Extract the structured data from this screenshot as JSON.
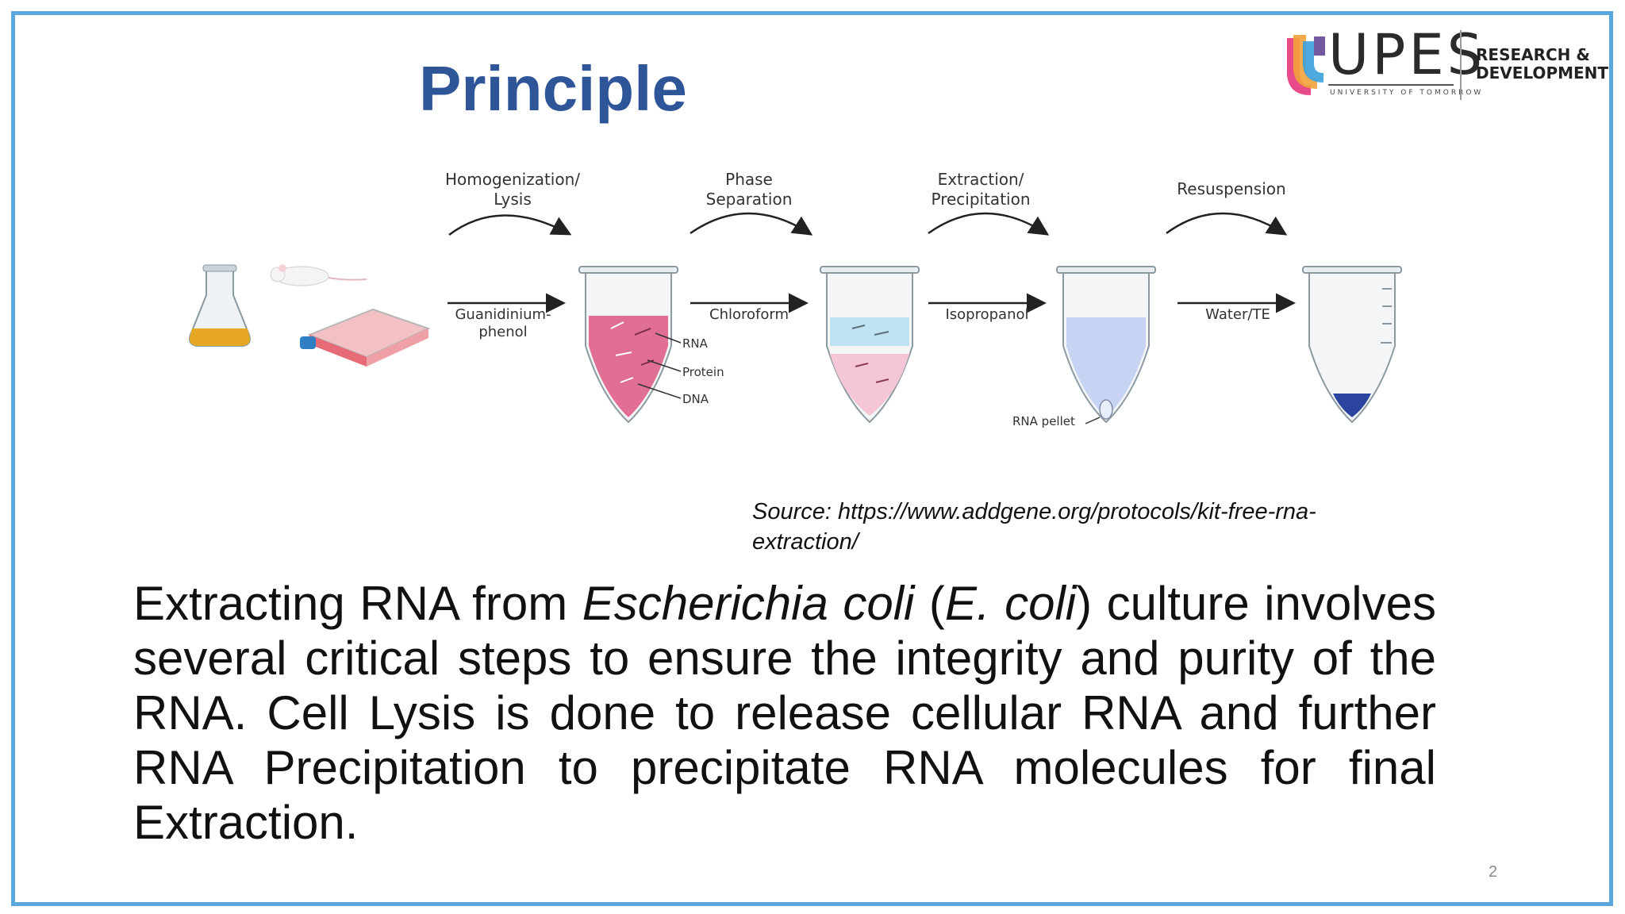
{
  "slide": {
    "title": "Principle",
    "page_number": "2",
    "frame_color": "#5ba8df",
    "title_color": "#2e5597"
  },
  "logo": {
    "word": "UPES",
    "tagline": "UNIVERSITY OF TOMORROW",
    "unit_line1": "RESEARCH &",
    "unit_line2": "DEVELOPMENT"
  },
  "figure": {
    "steps": [
      {
        "line1": "Homogenization/",
        "line2": "Lysis"
      },
      {
        "line1": "Phase",
        "line2": "Separation"
      },
      {
        "line1": "Extraction/",
        "line2": "Precipitation"
      },
      {
        "line1": "Resuspension",
        "line2": ""
      }
    ],
    "reagents": [
      {
        "line1": "Guanidinium-",
        "line2": "phenol"
      },
      {
        "line1": "Chloroform",
        "line2": ""
      },
      {
        "line1": "Isopropanol",
        "line2": ""
      },
      {
        "line1": "Water/TE",
        "line2": ""
      }
    ],
    "layer_labels": [
      "RNA",
      "Protein",
      "DNA"
    ],
    "pellet_label": "RNA pellet"
  },
  "source": {
    "line1": "Source: https://www.addgene.org/protocols/kit-free-rna-",
    "line2": "extraction/"
  },
  "body": {
    "part1": "Extracting RNA from ",
    "species": "Escherichia coli",
    "part2": " (",
    "abbrev": "E. coli",
    "part3": ") culture involves several critical steps to ensure the integrity and purity of the RNA. Cell Lysis is done to release cellular RNA and further RNA Precipitation to precipitate RNA molecules for final Extraction."
  }
}
